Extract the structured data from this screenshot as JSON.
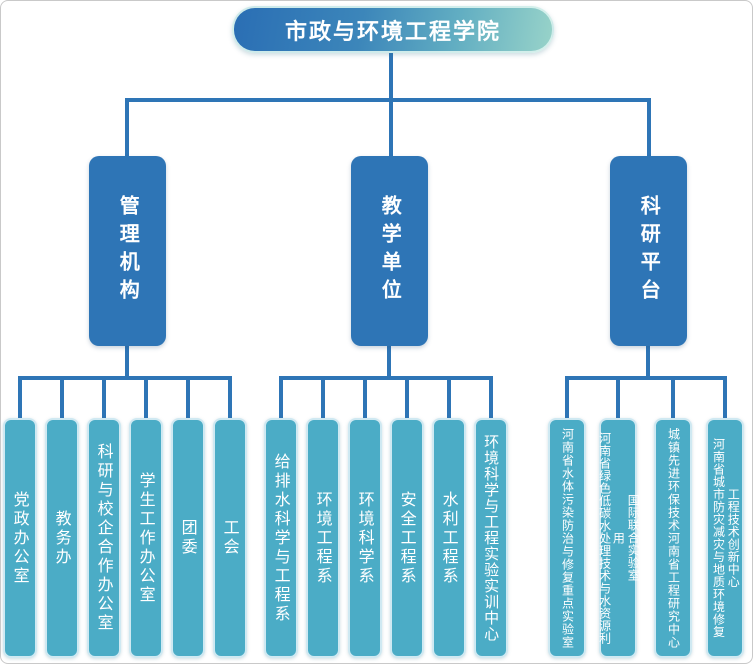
{
  "title": "市政与环境工程学院",
  "colors": {
    "branch_blue": "#2e75b6",
    "connector_blue": "#2e75b6",
    "leaf_teal": "#4bacc6",
    "leaf_border": "#cfe9f2",
    "pill_gradient_start": "#2a6eb4",
    "pill_gradient_end": "#98d3c9",
    "text": "#ffffff"
  },
  "groups": [
    {
      "label": "管理机构",
      "children": [
        {
          "lines": [
            "党政办公室"
          ]
        },
        {
          "lines": [
            "教务办"
          ]
        },
        {
          "lines": [
            "科研与校企合作办公室"
          ]
        },
        {
          "lines": [
            "学生工作办公室"
          ]
        },
        {
          "lines": [
            "团委"
          ]
        },
        {
          "lines": [
            "工会"
          ]
        }
      ]
    },
    {
      "label": "教学单位",
      "children": [
        {
          "lines": [
            "给排水科学与工程系"
          ]
        },
        {
          "lines": [
            "环境工程系"
          ]
        },
        {
          "lines": [
            "环境科学系"
          ]
        },
        {
          "lines": [
            "安全工程系"
          ]
        },
        {
          "lines": [
            "水利工程系"
          ]
        },
        {
          "lines": [
            "环境科学与工程实验实训中心"
          ]
        }
      ]
    },
    {
      "label": "科研平台",
      "children": [
        {
          "lines": [
            "河南省水体污染防治与修复重点实验室"
          ]
        },
        {
          "lines": [
            "河南省绿色低碳水处理技术与水资源利用",
            "国际联合实验室"
          ]
        },
        {
          "lines": [
            "城镇先进环保技术河南省工程研究中心"
          ]
        },
        {
          "lines": [
            "河南省城市防灾减灾与地质环境修复",
            "工程技术创新中心"
          ]
        }
      ]
    }
  ]
}
